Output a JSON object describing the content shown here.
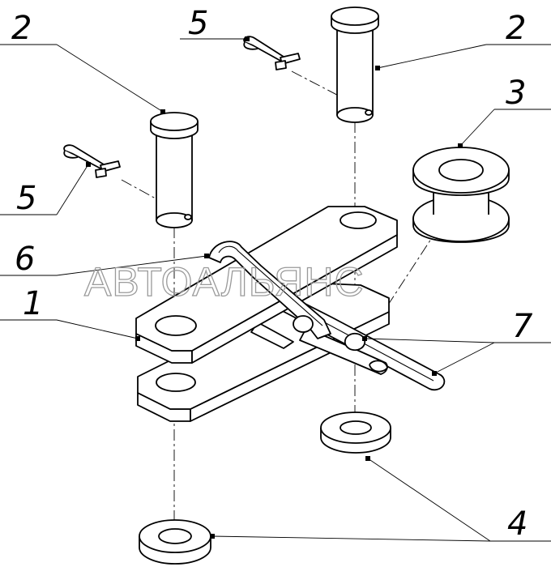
{
  "watermark": "АВТОАЛЬЯНС",
  "callouts": [
    {
      "id": "c2-left",
      "text": "2"
    },
    {
      "id": "c5-top",
      "text": "5"
    },
    {
      "id": "c2-right",
      "text": "2"
    },
    {
      "id": "c3",
      "text": "3"
    },
    {
      "id": "c5-left",
      "text": "5"
    },
    {
      "id": "c6",
      "text": "6"
    },
    {
      "id": "c1",
      "text": "1"
    },
    {
      "id": "c7",
      "text": "7"
    },
    {
      "id": "c4",
      "text": "4"
    }
  ]
}
